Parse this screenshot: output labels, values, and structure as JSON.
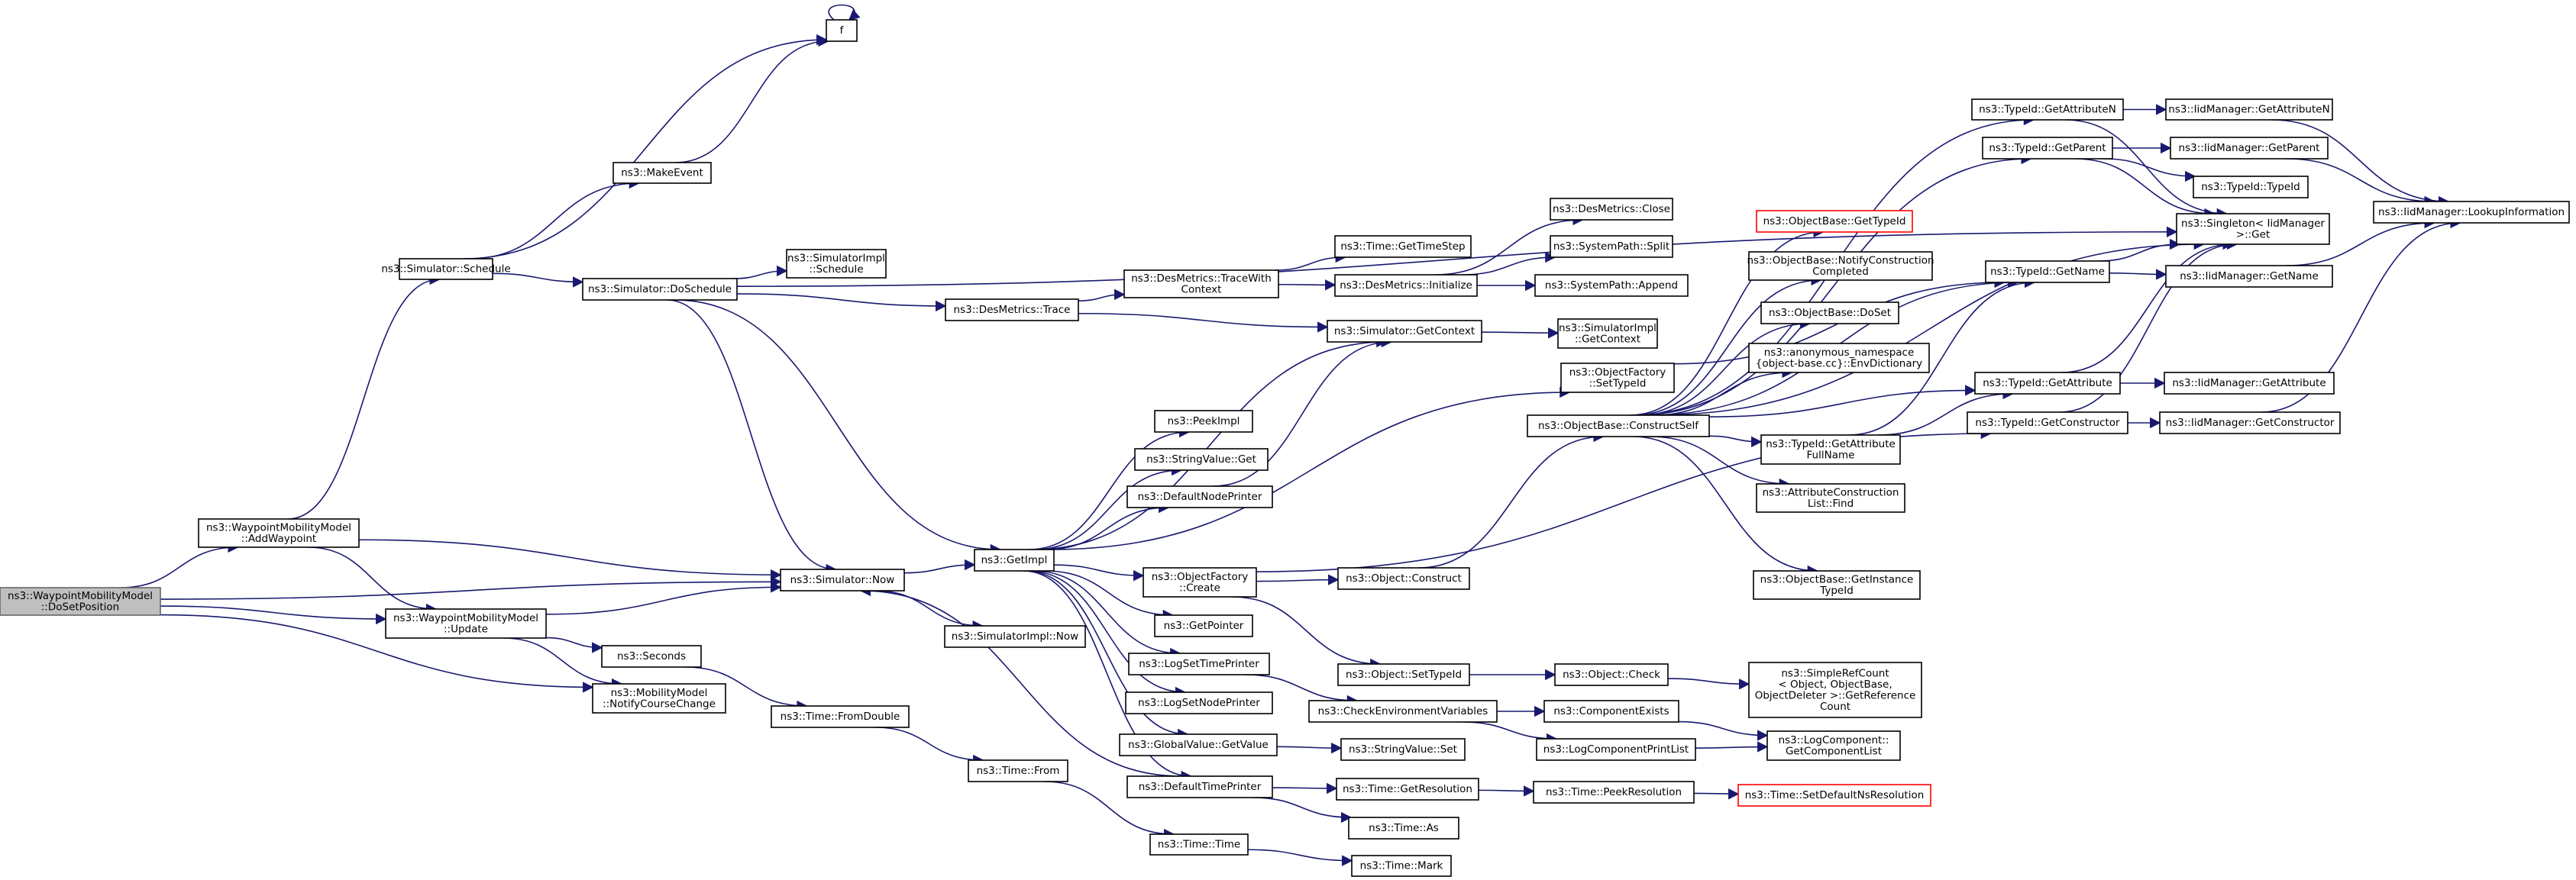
{
  "graph": {
    "title": "",
    "colors": {
      "background": "#ffffff",
      "edge": "#191970",
      "node_border": "#000000",
      "root_fill": "#bfbfbf",
      "root_border": "#666666",
      "link_missing_border": "#ff0000"
    },
    "nodes": [
      {
        "id": "root",
        "lines": [
          "ns3::WaypointMobilityModel",
          "::DoSetPosition"
        ],
        "style": "root"
      },
      {
        "id": "f",
        "lines": [
          "f"
        ]
      },
      {
        "id": "makeEvent",
        "lines": [
          "ns3::MakeEvent"
        ]
      },
      {
        "id": "simSchedule",
        "lines": [
          "ns3::Simulator::Schedule"
        ]
      },
      {
        "id": "simDoSchedule",
        "lines": [
          "ns3::Simulator::DoSchedule"
        ]
      },
      {
        "id": "simImplSchedule",
        "lines": [
          "ns3::SimulatorImpl",
          "::Schedule"
        ]
      },
      {
        "id": "desTrace",
        "lines": [
          "ns3::DesMetrics::Trace"
        ]
      },
      {
        "id": "desTraceCtx",
        "lines": [
          "ns3::DesMetrics::TraceWith",
          "Context"
        ]
      },
      {
        "id": "timeGetTimeStep",
        "lines": [
          "ns3::Time::GetTimeStep"
        ]
      },
      {
        "id": "desInit",
        "lines": [
          "ns3::DesMetrics::Initialize"
        ]
      },
      {
        "id": "desClose",
        "lines": [
          "ns3::DesMetrics::Close"
        ]
      },
      {
        "id": "sysSplit",
        "lines": [
          "ns3::SystemPath::Split"
        ]
      },
      {
        "id": "sysAppend",
        "lines": [
          "ns3::SystemPath::Append"
        ]
      },
      {
        "id": "simGetContext",
        "lines": [
          "ns3::Simulator::GetContext"
        ]
      },
      {
        "id": "simImplGetContext",
        "lines": [
          "ns3::SimulatorImpl",
          "::GetContext"
        ]
      },
      {
        "id": "addWaypoint",
        "lines": [
          "ns3::WaypointMobilityModel",
          "::AddWaypoint"
        ]
      },
      {
        "id": "simNow",
        "lines": [
          "ns3::Simulator::Now"
        ]
      },
      {
        "id": "getImpl",
        "lines": [
          "ns3::GetImpl"
        ]
      },
      {
        "id": "update",
        "lines": [
          "ns3::WaypointMobilityModel",
          "::Update"
        ]
      },
      {
        "id": "seconds",
        "lines": [
          "ns3::Seconds"
        ]
      },
      {
        "id": "notifyCourse",
        "lines": [
          "ns3::MobilityModel",
          "::NotifyCourseChange"
        ]
      },
      {
        "id": "fromDouble",
        "lines": [
          "ns3::Time::FromDouble"
        ]
      },
      {
        "id": "timeFrom",
        "lines": [
          "ns3::Time::From"
        ]
      },
      {
        "id": "timeTime",
        "lines": [
          "ns3::Time::Time"
        ]
      },
      {
        "id": "timeMark",
        "lines": [
          "ns3::Time::Mark"
        ]
      },
      {
        "id": "simImplNow",
        "lines": [
          "ns3::SimulatorImpl::Now"
        ]
      },
      {
        "id": "peekImpl",
        "lines": [
          "ns3::PeekImpl"
        ]
      },
      {
        "id": "stringValueGet",
        "lines": [
          "ns3::StringValue::Get"
        ]
      },
      {
        "id": "defaultNodePrinter",
        "lines": [
          "ns3::DefaultNodePrinter"
        ]
      },
      {
        "id": "objFactoryCreate",
        "lines": [
          "ns3::ObjectFactory",
          "::Create"
        ]
      },
      {
        "id": "getPointer",
        "lines": [
          "ns3::GetPointer"
        ]
      },
      {
        "id": "logSetTimePrinter",
        "lines": [
          "ns3::LogSetTimePrinter"
        ]
      },
      {
        "id": "logSetNodePrinter",
        "lines": [
          "ns3::LogSetNodePrinter"
        ]
      },
      {
        "id": "globalValueGet",
        "lines": [
          "ns3::GlobalValue::GetValue"
        ]
      },
      {
        "id": "defaultTimePrinter",
        "lines": [
          "ns3::DefaultTimePrinter"
        ]
      },
      {
        "id": "objConstruct",
        "lines": [
          "ns3::Object::Construct"
        ]
      },
      {
        "id": "objSetTypeId",
        "lines": [
          "ns3::Object::SetTypeId"
        ]
      },
      {
        "id": "objCheck",
        "lines": [
          "ns3::Object::Check"
        ]
      },
      {
        "id": "simpleRefCount",
        "lines": [
          "ns3::SimpleRefCount",
          "< Object, ObjectBase,",
          "ObjectDeleter >::GetReference",
          "Count"
        ]
      },
      {
        "id": "checkEnvVars",
        "lines": [
          "ns3::CheckEnvironmentVariables"
        ]
      },
      {
        "id": "componentExists",
        "lines": [
          "ns3::ComponentExists"
        ]
      },
      {
        "id": "logCompPrintList",
        "lines": [
          "ns3::LogComponentPrintList"
        ]
      },
      {
        "id": "logCompGetList",
        "lines": [
          "ns3::LogComponent::",
          "GetComponentList"
        ]
      },
      {
        "id": "stringValueSet",
        "lines": [
          "ns3::StringValue::Set"
        ]
      },
      {
        "id": "timeGetResolution",
        "lines": [
          "ns3::Time::GetResolution"
        ]
      },
      {
        "id": "timePeekResolution",
        "lines": [
          "ns3::Time::PeekResolution"
        ]
      },
      {
        "id": "timeSetDefaultNs",
        "lines": [
          "ns3::Time::SetDefaultNsResolution"
        ],
        "style": "red"
      },
      {
        "id": "timeAs",
        "lines": [
          "ns3::Time::As"
        ]
      },
      {
        "id": "objFactorySetTypeId",
        "lines": [
          "ns3::ObjectFactory",
          "::SetTypeId"
        ]
      },
      {
        "id": "constructSelf",
        "lines": [
          "ns3::ObjectBase::ConstructSelf"
        ]
      },
      {
        "id": "objBaseGetTypeId",
        "lines": [
          "ns3::ObjectBase::GetTypeId"
        ],
        "style": "red"
      },
      {
        "id": "objBaseNotify",
        "lines": [
          "ns3::ObjectBase::NotifyConstruction",
          "Completed"
        ]
      },
      {
        "id": "objBaseDoSet",
        "lines": [
          "ns3::ObjectBase::DoSet"
        ]
      },
      {
        "id": "envDictionary",
        "lines": [
          "ns3::anonymous_namespace",
          "{object-base.cc}::EnvDictionary"
        ]
      },
      {
        "id": "typeIdGetAttrFullName",
        "lines": [
          "ns3::TypeId::GetAttribute",
          "FullName"
        ]
      },
      {
        "id": "attrConstructionFind",
        "lines": [
          "ns3::AttributeConstruction",
          "List::Find"
        ]
      },
      {
        "id": "objBaseGetInstance",
        "lines": [
          "ns3::ObjectBase::GetInstance",
          "TypeId"
        ]
      },
      {
        "id": "typeIdGetAttrN",
        "lines": [
          "ns3::TypeId::GetAttributeN"
        ]
      },
      {
        "id": "typeIdGetParent",
        "lines": [
          "ns3::TypeId::GetParent"
        ]
      },
      {
        "id": "typeIdGetName",
        "lines": [
          "ns3::TypeId::GetName"
        ]
      },
      {
        "id": "typeIdGetAttribute",
        "lines": [
          "ns3::TypeId::GetAttribute"
        ]
      },
      {
        "id": "typeIdGetConstructor",
        "lines": [
          "ns3::TypeId::GetConstructor"
        ]
      },
      {
        "id": "iidGetAttrN",
        "lines": [
          "ns3::IidManager::GetAttributeN"
        ]
      },
      {
        "id": "iidGetParent",
        "lines": [
          "ns3::IidManager::GetParent"
        ]
      },
      {
        "id": "typeIdTypeId",
        "lines": [
          "ns3::TypeId::TypeId"
        ]
      },
      {
        "id": "singletonGet",
        "lines": [
          "ns3::Singleton< IidManager",
          " >::Get"
        ]
      },
      {
        "id": "iidGetName",
        "lines": [
          "ns3::IidManager::GetName"
        ]
      },
      {
        "id": "iidGetAttribute",
        "lines": [
          "ns3::IidManager::GetAttribute"
        ]
      },
      {
        "id": "iidGetConstructor",
        "lines": [
          "ns3::IidManager::GetConstructor"
        ]
      },
      {
        "id": "iidLookup",
        "lines": [
          "ns3::IidManager::LookupInformation"
        ]
      }
    ],
    "edges": [
      [
        "root",
        "addWaypoint"
      ],
      [
        "root",
        "simNow"
      ],
      [
        "root",
        "update"
      ],
      [
        "root",
        "notifyCourse"
      ],
      [
        "addWaypoint",
        "simSchedule"
      ],
      [
        "addWaypoint",
        "simNow"
      ],
      [
        "addWaypoint",
        "update"
      ],
      [
        "simSchedule",
        "f"
      ],
      [
        "simSchedule",
        "makeEvent"
      ],
      [
        "simSchedule",
        "simDoSchedule"
      ],
      [
        "makeEvent",
        "f"
      ],
      [
        "f",
        "f"
      ],
      [
        "simDoSchedule",
        "simImplSchedule"
      ],
      [
        "simDoSchedule",
        "desTrace"
      ],
      [
        "simDoSchedule",
        "simNow"
      ],
      [
        "simDoSchedule",
        "getImpl"
      ],
      [
        "simDoSchedule",
        "singletonGet"
      ],
      [
        "desTrace",
        "desTraceCtx"
      ],
      [
        "desTrace",
        "simGetContext"
      ],
      [
        "desTraceCtx",
        "timeGetTimeStep"
      ],
      [
        "desTraceCtx",
        "desInit"
      ],
      [
        "desInit",
        "desClose"
      ],
      [
        "desInit",
        "sysSplit"
      ],
      [
        "desInit",
        "sysAppend"
      ],
      [
        "simGetContext",
        "simImplGetContext"
      ],
      [
        "update",
        "simNow"
      ],
      [
        "update",
        "seconds"
      ],
      [
        "update",
        "notifyCourse"
      ],
      [
        "seconds",
        "fromDouble"
      ],
      [
        "fromDouble",
        "timeFrom"
      ],
      [
        "timeFrom",
        "timeTime"
      ],
      [
        "timeTime",
        "timeMark"
      ],
      [
        "simNow",
        "getImpl"
      ],
      [
        "simNow",
        "simImplNow"
      ],
      [
        "getImpl",
        "simGetContext"
      ],
      [
        "getImpl",
        "peekImpl"
      ],
      [
        "getImpl",
        "stringValueGet"
      ],
      [
        "getImpl",
        "defaultNodePrinter"
      ],
      [
        "getImpl",
        "objFactoryCreate"
      ],
      [
        "getImpl",
        "getPointer"
      ],
      [
        "getImpl",
        "logSetTimePrinter"
      ],
      [
        "getImpl",
        "logSetNodePrinter"
      ],
      [
        "getImpl",
        "globalValueGet"
      ],
      [
        "getImpl",
        "defaultTimePrinter"
      ],
      [
        "getImpl",
        "objFactorySetTypeId"
      ],
      [
        "defaultNodePrinter",
        "simGetContext"
      ],
      [
        "defaultTimePrinter",
        "simNow"
      ],
      [
        "defaultTimePrinter",
        "timeGetResolution"
      ],
      [
        "defaultTimePrinter",
        "timeAs"
      ],
      [
        "objFactoryCreate",
        "objConstruct"
      ],
      [
        "objFactoryCreate",
        "objSetTypeId"
      ],
      [
        "objFactoryCreate",
        "typeIdGetConstructor"
      ],
      [
        "objConstruct",
        "constructSelf"
      ],
      [
        "objSetTypeId",
        "objCheck"
      ],
      [
        "objCheck",
        "simpleRefCount"
      ],
      [
        "logSetTimePrinter",
        "checkEnvVars"
      ],
      [
        "checkEnvVars",
        "componentExists"
      ],
      [
        "checkEnvVars",
        "logCompPrintList"
      ],
      [
        "componentExists",
        "logCompGetList"
      ],
      [
        "logCompPrintList",
        "logCompGetList"
      ],
      [
        "globalValueGet",
        "stringValueSet"
      ],
      [
        "timeGetResolution",
        "timePeekResolution"
      ],
      [
        "timePeekResolution",
        "timeSetDefaultNs"
      ],
      [
        "objFactorySetTypeId",
        "typeIdGetName"
      ],
      [
        "constructSelf",
        "objBaseGetTypeId"
      ],
      [
        "constructSelf",
        "objBaseNotify"
      ],
      [
        "constructSelf",
        "objBaseDoSet"
      ],
      [
        "constructSelf",
        "envDictionary"
      ],
      [
        "constructSelf",
        "typeIdGetAttrFullName"
      ],
      [
        "constructSelf",
        "attrConstructionFind"
      ],
      [
        "constructSelf",
        "objBaseGetInstance"
      ],
      [
        "constructSelf",
        "typeIdGetAttrN"
      ],
      [
        "constructSelf",
        "typeIdGetParent"
      ],
      [
        "constructSelf",
        "typeIdGetName"
      ],
      [
        "constructSelf",
        "typeIdGetAttribute"
      ],
      [
        "constructSelf",
        "singletonGet"
      ],
      [
        "typeIdGetAttrFullName",
        "typeIdGetAttribute"
      ],
      [
        "typeIdGetAttrFullName",
        "typeIdGetName"
      ],
      [
        "typeIdGetAttrN",
        "iidGetAttrN"
      ],
      [
        "typeIdGetAttrN",
        "singletonGet"
      ],
      [
        "typeIdGetParent",
        "iidGetParent"
      ],
      [
        "typeIdGetParent",
        "typeIdTypeId"
      ],
      [
        "typeIdGetParent",
        "singletonGet"
      ],
      [
        "typeIdGetName",
        "singletonGet"
      ],
      [
        "typeIdGetName",
        "iidGetName"
      ],
      [
        "typeIdGetAttribute",
        "iidGetAttribute"
      ],
      [
        "typeIdGetAttribute",
        "singletonGet"
      ],
      [
        "typeIdGetConstructor",
        "iidGetConstructor"
      ],
      [
        "typeIdGetConstructor",
        "singletonGet"
      ],
      [
        "iidGetAttrN",
        "iidLookup"
      ],
      [
        "iidGetParent",
        "iidLookup"
      ],
      [
        "iidGetName",
        "iidLookup"
      ],
      [
        "iidGetConstructor",
        "iidLookup"
      ]
    ]
  }
}
